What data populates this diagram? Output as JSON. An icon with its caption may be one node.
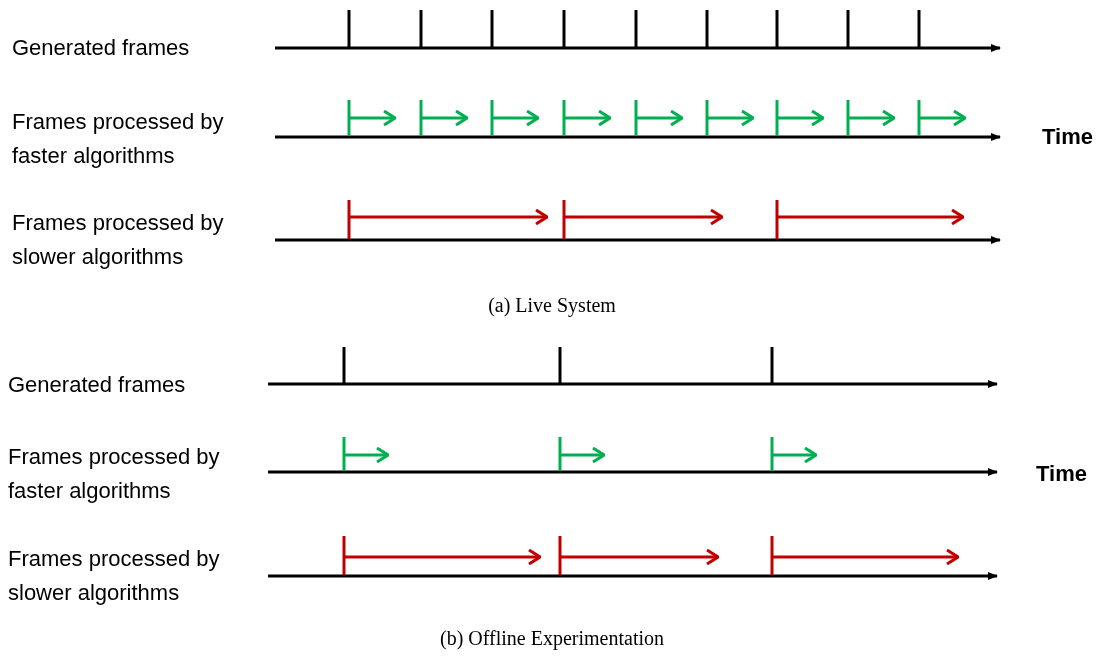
{
  "diagram": {
    "labels": [
      "Generated frames",
      "Frames processed by faster algorithms",
      "Time",
      "Frames processed by slower algorithms",
      "(a) Live System",
      "Generated frames",
      "Frames processed by faster algorithms",
      "Time",
      "Frames processed by slower algorithms",
      "(b) Offline Experimentation"
    ]
  }
}
